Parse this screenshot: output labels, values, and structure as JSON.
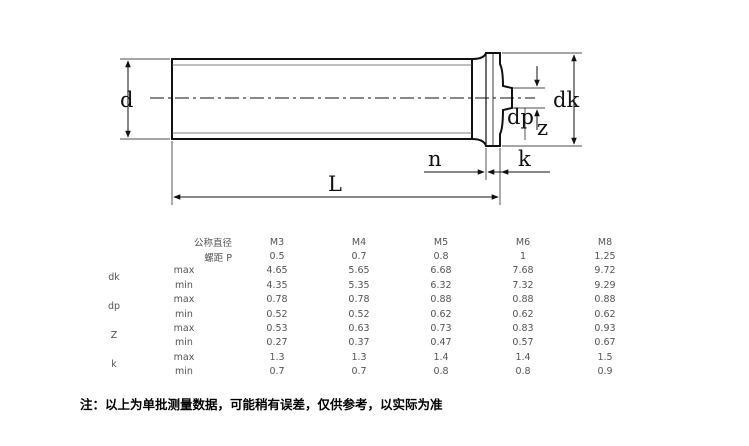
{
  "drawing": {
    "labels": {
      "d": "d",
      "dk": "dk",
      "dp": "dp",
      "z": "Z",
      "n": "n",
      "k": "k",
      "L": "L"
    }
  },
  "table": {
    "header": {
      "label_size": "公称直径",
      "label_pitch": "螺距 P",
      "sizes": [
        "M3",
        "M4",
        "M5",
        "M6",
        "M8"
      ],
      "pitch": [
        "0.5",
        "0.7",
        "0.8",
        "1",
        "1.25"
      ]
    },
    "rows": [
      {
        "param": "dk",
        "limit": "max",
        "values": [
          "4.65",
          "5.65",
          "6.68",
          "7.68",
          "9.72"
        ]
      },
      {
        "param": "",
        "limit": "min",
        "values": [
          "4.35",
          "5.35",
          "6.32",
          "7.32",
          "9.29"
        ]
      },
      {
        "param": "dp",
        "limit": "max",
        "values": [
          "0.78",
          "0.78",
          "0.88",
          "0.88",
          "0.88"
        ]
      },
      {
        "param": "",
        "limit": "min",
        "values": [
          "0.52",
          "0.52",
          "0.62",
          "0.62",
          "0.62"
        ]
      },
      {
        "param": "Z",
        "limit": "max",
        "values": [
          "0.53",
          "0.63",
          "0.73",
          "0.83",
          "0.93"
        ]
      },
      {
        "param": "",
        "limit": "min",
        "values": [
          "0.27",
          "0.37",
          "0.47",
          "0.57",
          "0.67"
        ]
      },
      {
        "param": "k",
        "limit": "max",
        "values": [
          "1.3",
          "1.3",
          "1.4",
          "1.4",
          "1.5"
        ]
      },
      {
        "param": "",
        "limit": "min",
        "values": [
          "0.7",
          "0.7",
          "0.8",
          "0.8",
          "0.9"
        ]
      }
    ]
  },
  "note": "注：以上为单批测量数据，可能稍有误差，仅供参考，以实际为准"
}
